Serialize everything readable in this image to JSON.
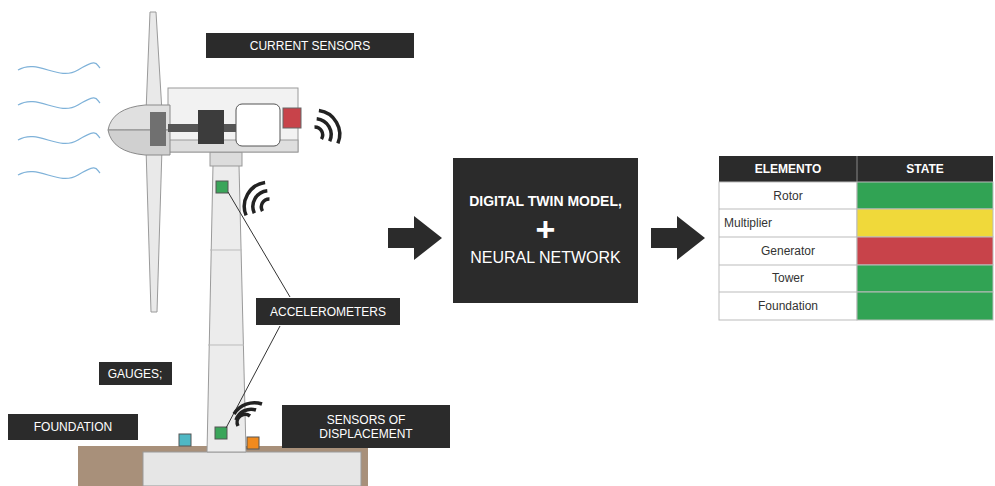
{
  "diagram": {
    "nodes": [
      {
        "text": [
          "CURRENT SENSORS"
        ]
      },
      {
        "text": [
          "ACCELEROMETERS"
        ]
      },
      {
        "text": [
          "GAUGES;"
        ]
      },
      {
        "text": [
          "FOUNDATION"
        ]
      },
      {
        "text": [
          "SENSORS OF DISPLACEMENT"
        ]
      },
      {
        "text": [
          "DIGITAL TWIN MODEL,",
          "+",
          "NEURAL NETWORK"
        ]
      }
    ],
    "labels": [
      "ELEMENTO",
      "STATE",
      "Rotor",
      "Multiplier",
      "Generator",
      "Tower",
      "Foundation"
    ]
  }
}
